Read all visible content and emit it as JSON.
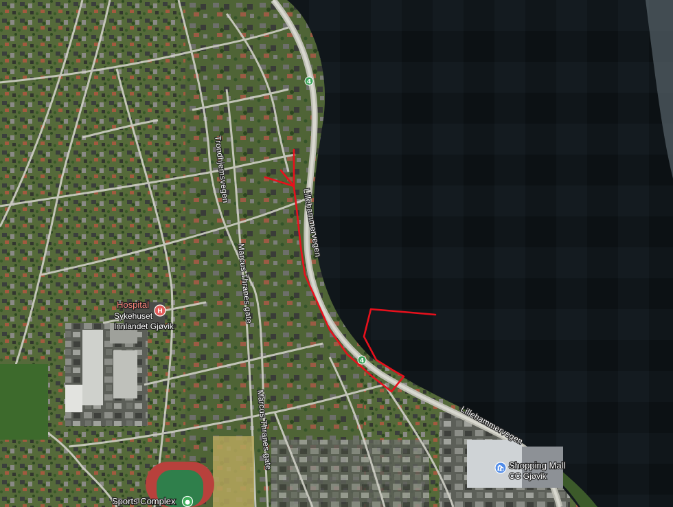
{
  "colors": {
    "water": "#0f1418",
    "land": "#566b3c",
    "road": "#c9c9c2",
    "route": "#e8101c",
    "hospital_pin": "#e35d5b",
    "mall_pin": "#4f8be8",
    "sports_pin": "#3fae5b",
    "track": "#b8413c",
    "field": "#2f7f4b"
  },
  "roads": {
    "trondhjemsvegen": "Trondhjemsvegen",
    "marcus_thranes_1": "Marcus Thranes gate",
    "marcus_thranes_2": "Marcus Thranes gate",
    "lillehammervegen_1": "Lillehammervegen",
    "lillehammervegen_2": "Lillehammervegen"
  },
  "pois": {
    "hospital": {
      "name": "Hospital",
      "line1": "Sykehuset",
      "line2": "Innlandet Gjøvik",
      "icon": "hospital-icon",
      "glyph": "H"
    },
    "mall": {
      "name": "Shopping Mall",
      "line1": "CC Gjøvik",
      "icon": "shopping-bag-icon",
      "glyph": "🛍"
    },
    "sports": {
      "name": "Sports Complex",
      "icon": "sports-icon",
      "glyph": "●"
    }
  },
  "route_markers": {
    "glyph": "4",
    "icon": "road-shield-icon"
  }
}
